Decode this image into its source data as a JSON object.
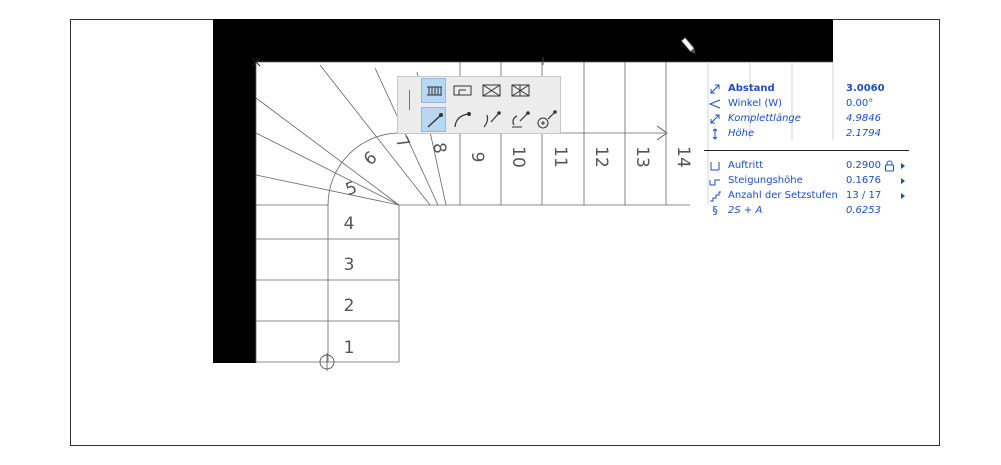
{
  "stair": {
    "step_numbers": [
      "1",
      "2",
      "3",
      "4",
      "5",
      "6",
      "7",
      "8",
      "9",
      "10",
      "11",
      "12",
      "13",
      "14"
    ]
  },
  "toolbar": {
    "row1": [
      "railing-tool-icon",
      "stringer-tool-icon",
      "flight-panel-icon",
      "winder-panel-icon"
    ],
    "row2": [
      "straight-segment-icon",
      "arc-segment-icon",
      "curve-segment-icon",
      "rotate-segment-icon",
      "add-segment-icon"
    ]
  },
  "tracker": {
    "rows_top": [
      {
        "icon": "distance-icon",
        "label": "Abstand",
        "value": "3.0060",
        "style": "bold"
      },
      {
        "icon": "angle-icon",
        "label": "Winkel (W)",
        "value": "0.00°",
        "style": "normal"
      },
      {
        "icon": "total-length-icon",
        "label": "Komplettlänge",
        "value": "4.9846",
        "style": "italic"
      },
      {
        "icon": "height-icon",
        "label": "Höhe",
        "value": "2.1794",
        "style": "italic"
      }
    ],
    "rows_bottom": [
      {
        "icon": "tread-icon",
        "label": "Auftritt",
        "value": "0.2900",
        "style": "normal",
        "locked": true,
        "submenu": true
      },
      {
        "icon": "riser-height-icon",
        "label": "Steigungshöhe",
        "value": "0.1676",
        "style": "normal",
        "submenu": true
      },
      {
        "icon": "riser-count-icon",
        "label": "Anzahl der Setzstufen",
        "value": "13 / 17",
        "style": "normal",
        "submenu": true
      },
      {
        "icon": "formula-icon",
        "label": "2S + A",
        "value": "0.6253",
        "style": "italic"
      }
    ]
  },
  "colors": {
    "accent": "#1b4fc4",
    "wall": "#000000",
    "line": "#555555",
    "toolbar_active": "#b9d7f5"
  }
}
